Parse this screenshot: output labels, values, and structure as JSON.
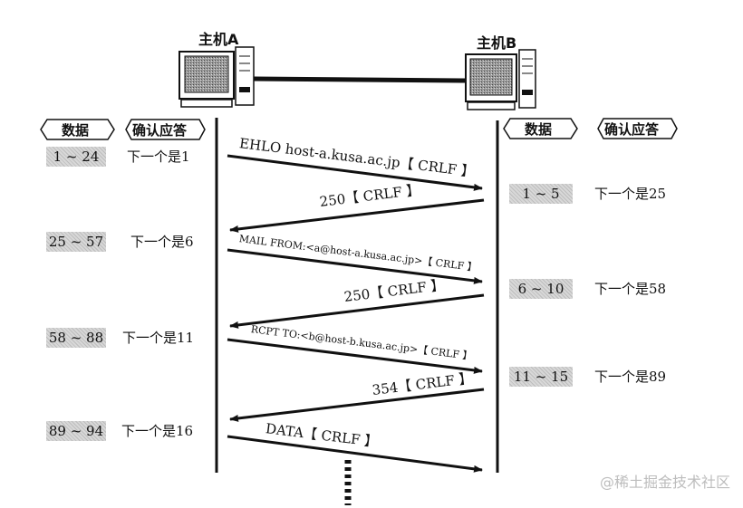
{
  "hosts": {
    "a": "主机A",
    "b": "主机B"
  },
  "headers": {
    "data": "数据",
    "ack": "确认应答"
  },
  "left_rows": [
    {
      "data": "1 ~ 24",
      "ack": "下一个是1"
    },
    {
      "data": "25 ~ 57",
      "ack": "下一个是6"
    },
    {
      "data": "58 ~ 88",
      "ack": "下一个是11"
    },
    {
      "data": "89 ~ 94",
      "ack": "下一个是16"
    }
  ],
  "right_rows": [
    {
      "data": "1 ~ 5",
      "ack": "下一个是25"
    },
    {
      "data": "6 ~ 10",
      "ack": "下一个是58"
    },
    {
      "data": "11 ~ 15",
      "ack": "下一个是89"
    }
  ],
  "messages": [
    {
      "text": "EHLO host-a.kusa.ac.jp【 CRLF 】",
      "direction": "a-to-b"
    },
    {
      "text": "250【 CRLF 】",
      "direction": "b-to-a"
    },
    {
      "text": "MAIL FROM:<a@host-a.kusa.ac.jp>【 CRLF 】",
      "direction": "a-to-b"
    },
    {
      "text": "250【 CRLF 】",
      "direction": "b-to-a"
    },
    {
      "text": "RCPT TO:<b@host-b.kusa.ac.jp>【 CRLF 】",
      "direction": "a-to-b"
    },
    {
      "text": "354【 CRLF 】",
      "direction": "b-to-a"
    },
    {
      "text": "DATA【 CRLF 】",
      "direction": "a-to-b"
    }
  ],
  "watermark": "@稀土掘金技术社区"
}
